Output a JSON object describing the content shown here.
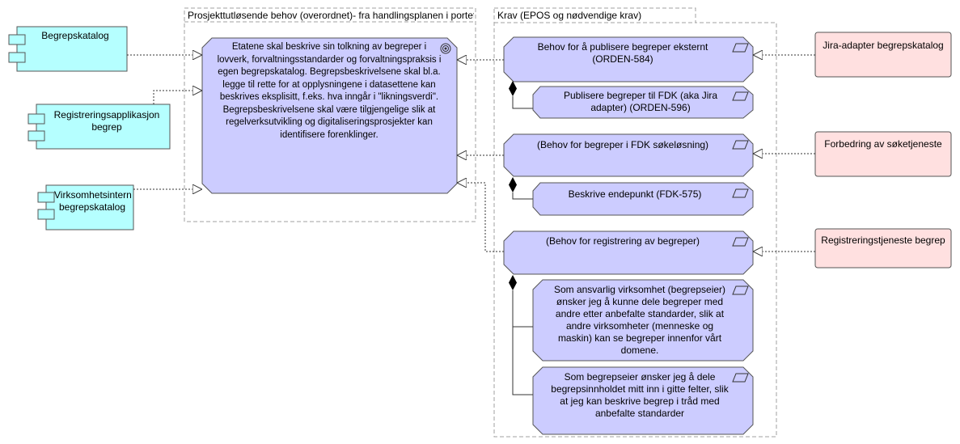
{
  "groups": {
    "prosjekt": "Prosjekttutløsende behov (overordnet)- fra handlingsplanen i portef",
    "krav": "Krav (EPOS og nødvendige krav)"
  },
  "components": {
    "begrepskatalog": "Begrepskatalog",
    "registreringsapplikasjon": "Registreringsapplikasjon begrep",
    "virksomhetsintern": "Virksomhetsintern begrepskatalog"
  },
  "goal": {
    "text": "Etatene skal beskrive sin tolkning av begreper i lovverk, forvaltningsstandarder og forvaltningspraksis i egen begrepskatalog. Begrepsbeskrivelsene skal bl.a. legge til rette for at opplysningene i datasettene kan beskrives eksplisitt, f.eks. hva inngår i \"likningsverdi\". Begrepsbeskrivelsene skal være tilgjengelige slik at regelverksutvikling og digitaliseringsprosjekter kan identifisere forenklinger."
  },
  "requirements": {
    "publisere_eksternt": "Behov for å publisere begreper eksternt (ORDEN-584)",
    "publisere_fdk": "Publisere begreper til FDK (aka Jira adapter) (ORDEN-596)",
    "sokelosning": "(Behov for begreper i FDK søkeløsning)",
    "endepunkt": "Beskrive endepunkt (FDK-575)",
    "registrering": "(Behov for registrering av begreper)",
    "ansvarlig": "Som ansvarlig virksomhet (begrepseier) ønsker jeg å kunne dele begreper med andre etter anbefalte standarder, slik at andre virksomheter (menneske og maskin) kan se begreper innenfor vårt domene.",
    "begrepseier": "Som begrepseier ønsker jeg å dele begrepsinnholdet mitt inn i gitte felter, slik at jeg kan beskrive begrep i tråd med anbefalte standarder"
  },
  "work_packages": {
    "jira": "Jira-adapter begrepskatalog",
    "forbedring": "Forbedring av søketjeneste",
    "registreringstjeneste": "Registreringstjeneste begrep"
  },
  "colors": {
    "component_fill": "#b5ffff",
    "requirement_fill": "#ccccff",
    "workpackage_fill": "#ffe0e0",
    "group_border": "#a0a0a0",
    "line": "#5c5c5c"
  }
}
